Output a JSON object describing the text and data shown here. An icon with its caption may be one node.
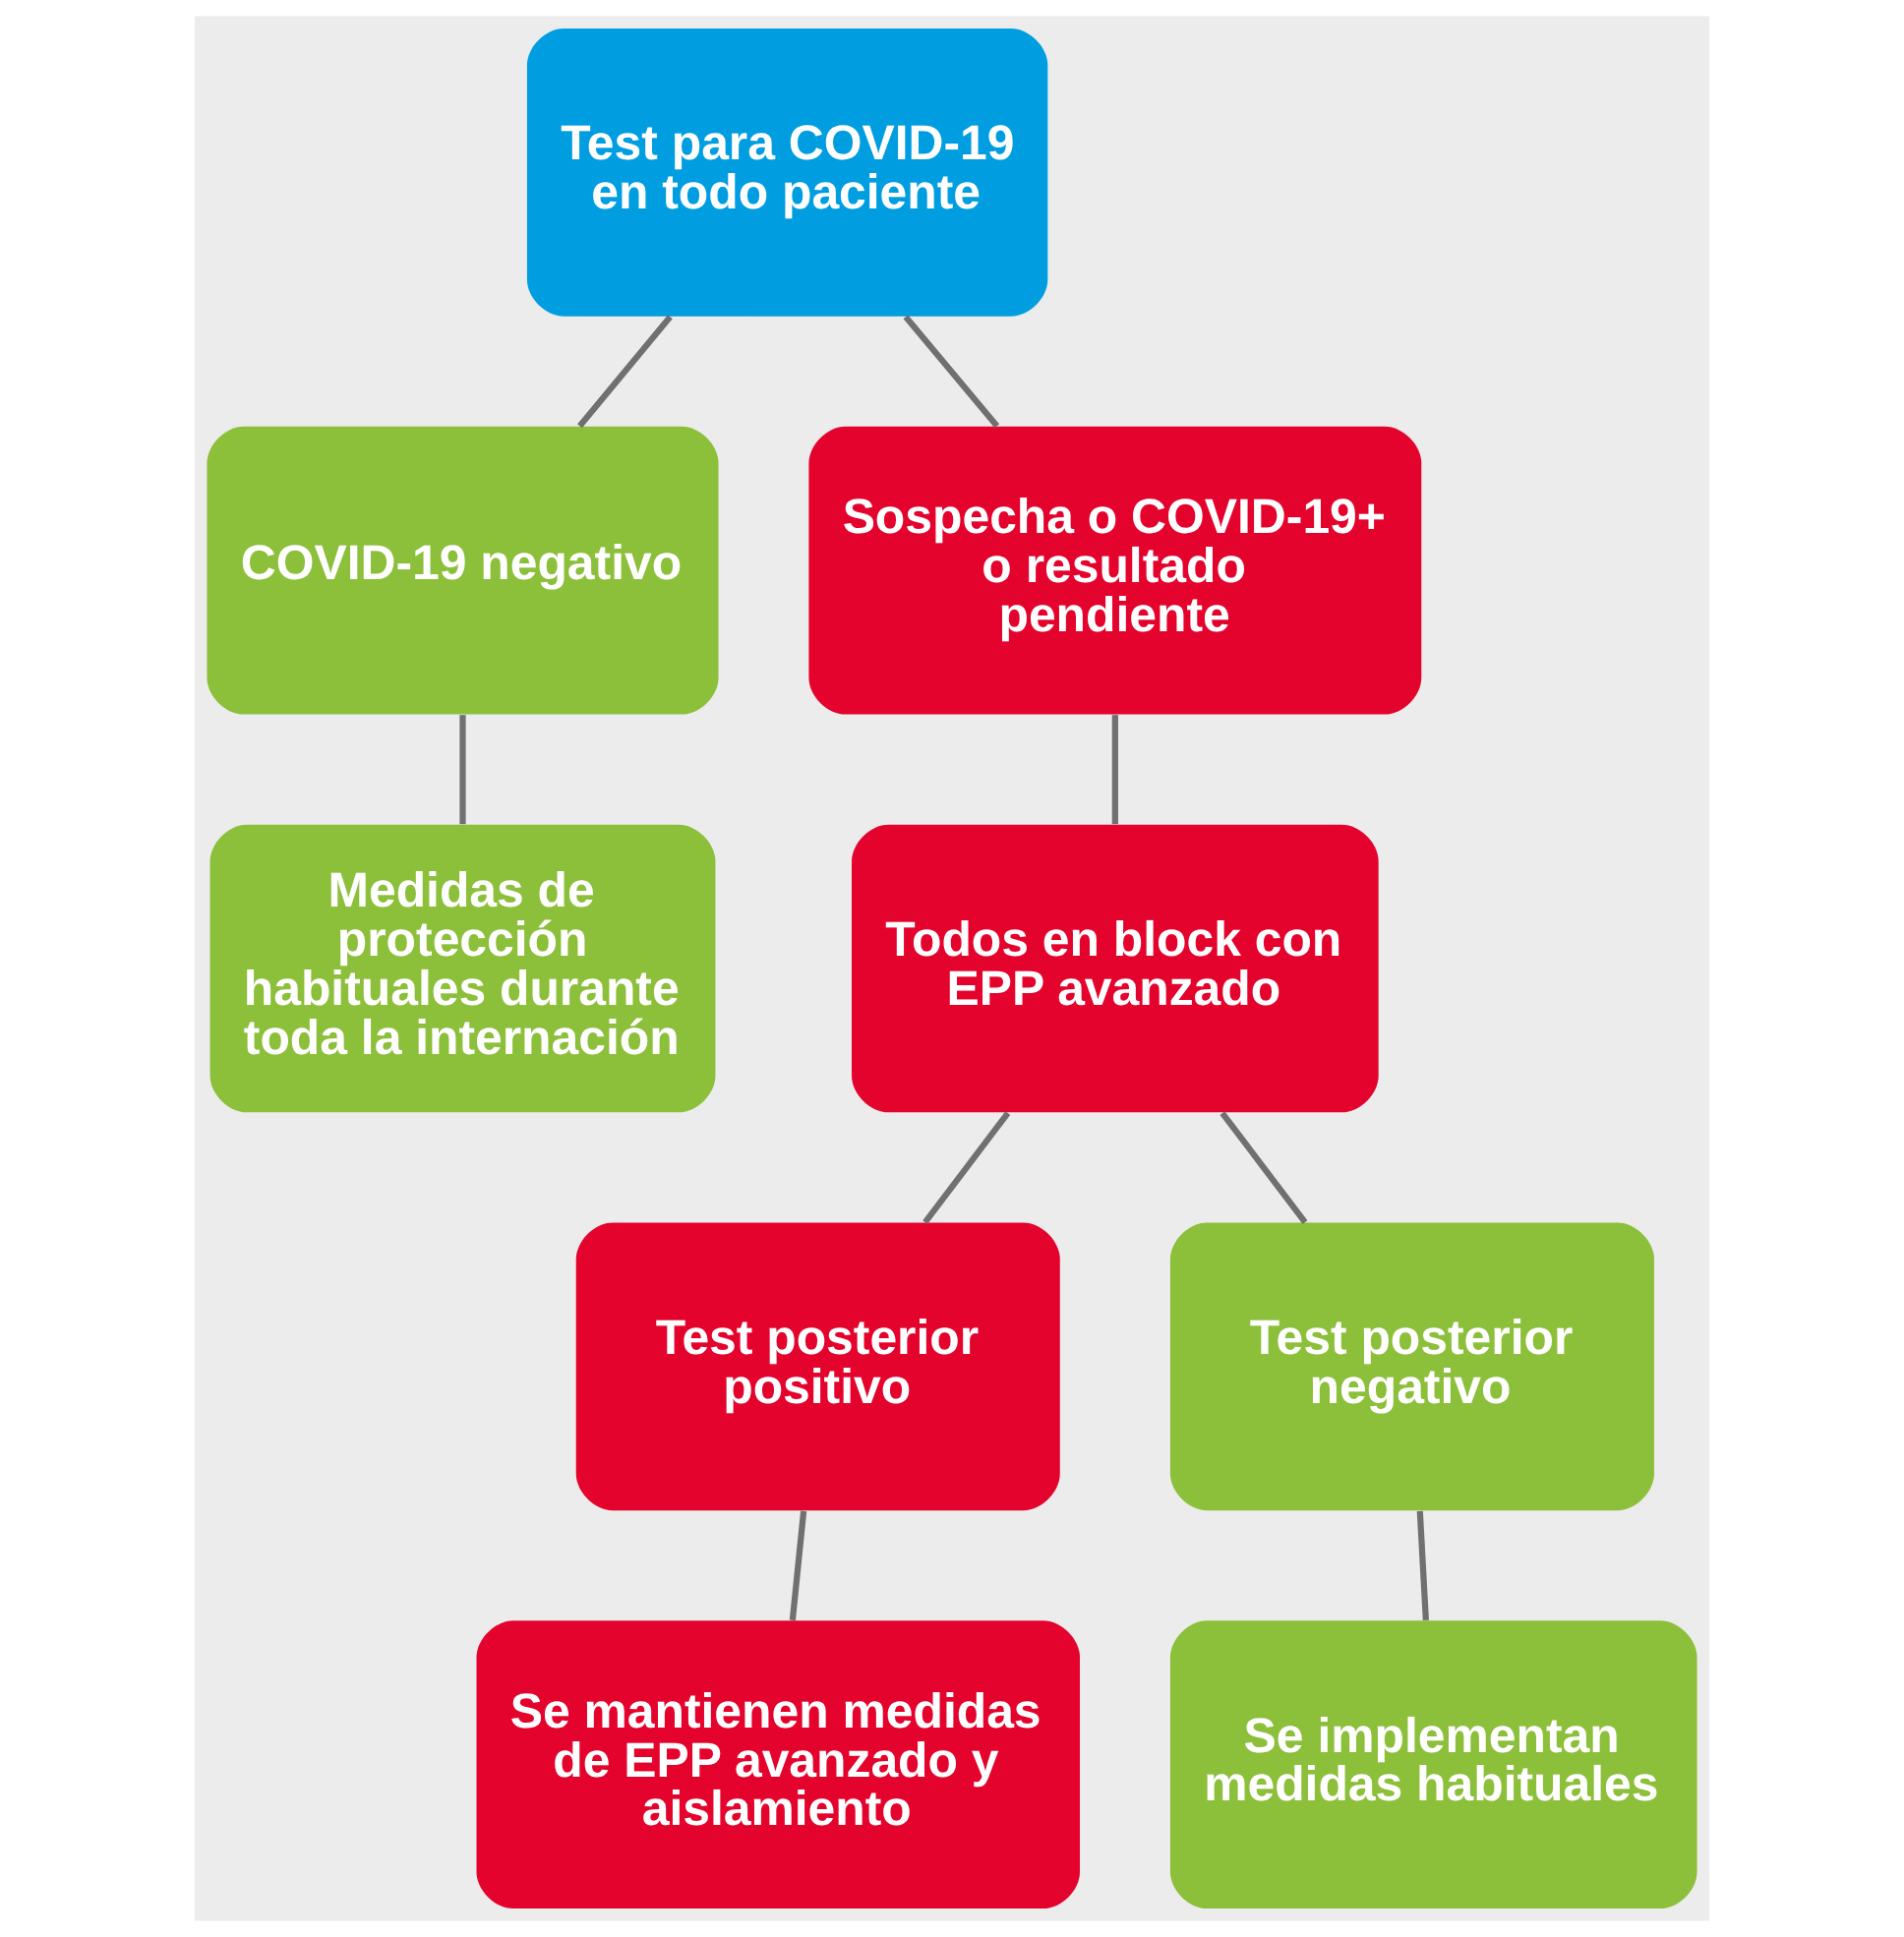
{
  "diagram": {
    "nodes": [
      {
        "text": [
          "Test para COVID-19 en todo paciente"
        ]
      },
      {
        "text": [
          "COVID-19 negativo"
        ]
      },
      {
        "text": [
          "Sospecha o COVID-19+ o resultado pendiente"
        ]
      },
      {
        "text": [
          "Medidas de protección habituales durante toda la internación"
        ]
      },
      {
        "text": [
          "Todos en block con EPP avanzado"
        ]
      },
      {
        "text": [
          "Test posterior positivo"
        ]
      },
      {
        "text": [
          "Test posterior negativo"
        ]
      },
      {
        "text": [
          "Se mantienen medidas de EPP avanzado y aislamiento"
        ]
      },
      {
        "text": [
          "Se implementan medidas habituales"
        ]
      }
    ],
    "edges": [
      {
        "from": 0,
        "to": 1,
        "arrow": "none"
      },
      {
        "from": 0,
        "to": 2,
        "arrow": "none"
      },
      {
        "from": 1,
        "to": 3,
        "arrow": "none"
      },
      {
        "from": 2,
        "to": 4,
        "arrow": "none"
      },
      {
        "from": 4,
        "to": 5,
        "arrow": "none"
      },
      {
        "from": 4,
        "to": 6,
        "arrow": "none"
      },
      {
        "from": 5,
        "to": 7,
        "arrow": "none"
      },
      {
        "from": 6,
        "to": 8,
        "arrow": "none"
      }
    ]
  }
}
